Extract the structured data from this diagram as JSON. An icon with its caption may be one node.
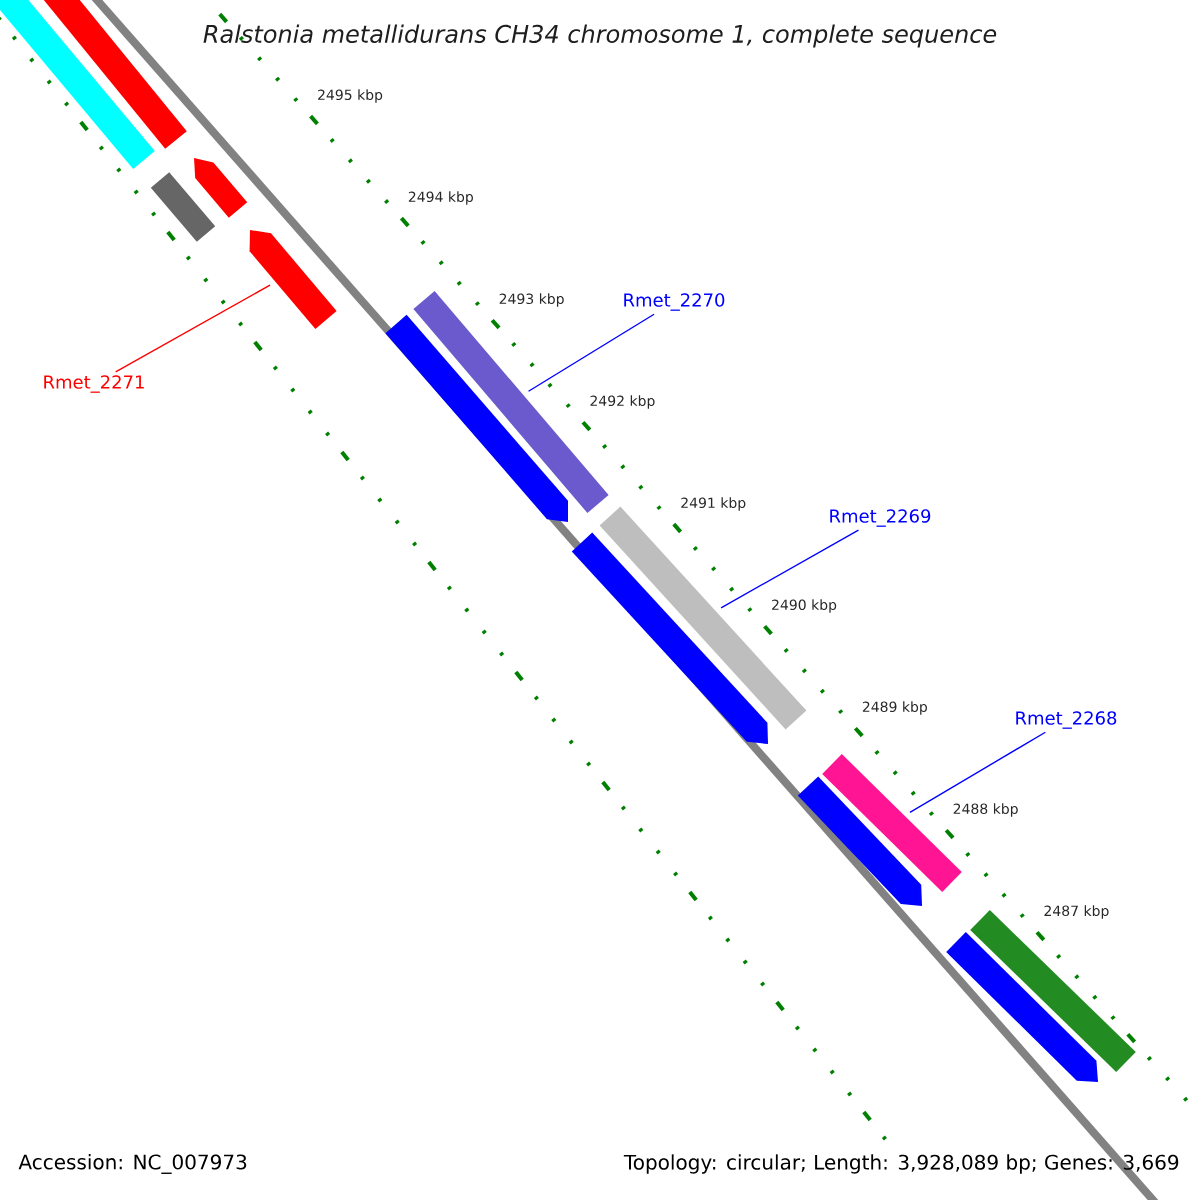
{
  "diagram": {
    "title": "Ralstonia metallidurans CH34 chromosome 1, complete sequence",
    "nodes": [
      {
        "text": [
          "Rmet_2271"
        ]
      },
      {
        "text": [],
        "shape": "arrow"
      },
      {
        "text": [
          "Rmet_2270"
        ]
      },
      {
        "text": [],
        "shape": "bar"
      },
      {
        "text": [
          "Rmet_2269"
        ]
      },
      {
        "text": [],
        "shape": "bar"
      },
      {
        "text": [
          "Rmet_2268"
        ]
      },
      {
        "text": [],
        "shape": "bar"
      }
    ],
    "edges": [
      {
        "from": 0,
        "to": 1,
        "arrow": "none",
        "color": "#ff0000"
      },
      {
        "from": 2,
        "to": 3,
        "arrow": "none"
      },
      {
        "from": 4,
        "to": 5,
        "arrow": "none"
      },
      {
        "from": 6,
        "to": 7,
        "arrow": "none"
      }
    ],
    "labels": [
      "2495 kbp",
      "2494 kbp",
      "2493 kbp",
      "2492 kbp",
      "2491 kbp",
      "2490 kbp",
      "2489 kbp",
      "2488 kbp",
      "2487 kbp",
      "Accession: NC_007973",
      "Topology: circular; Length: 3,928,089 bp; Genes: 3,669"
    ]
  }
}
